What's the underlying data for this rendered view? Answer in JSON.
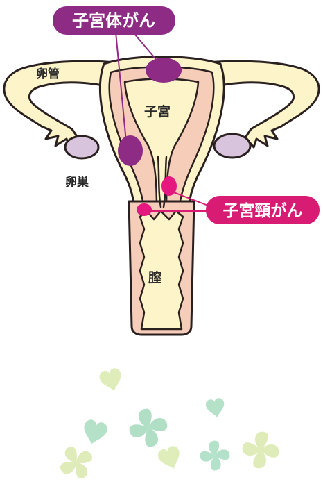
{
  "labels": {
    "fallopian_tube": "卵管",
    "uterus": "子宮",
    "ovary": "卵巣",
    "vagina": "膣"
  },
  "callouts": {
    "endometrial_cancer": "子宮体がん",
    "cervical_cancer": "子宮頸がん"
  },
  "colors": {
    "outline": "#2b2020",
    "cream": "#fdf5c9",
    "pink": "#f6cdb8",
    "ovary": "#d9c4dd",
    "tumor_body": "#8e2b84",
    "callout_body": "#8e2b84",
    "tumor_cervix": "#e5187f",
    "callout_cervix": "#d81b73",
    "leaf_green": "#a8dcc0",
    "leaf_yellow": "#dcebb2"
  },
  "decoration": {
    "motif": [
      "clover-icon",
      "heart-icon"
    ]
  }
}
